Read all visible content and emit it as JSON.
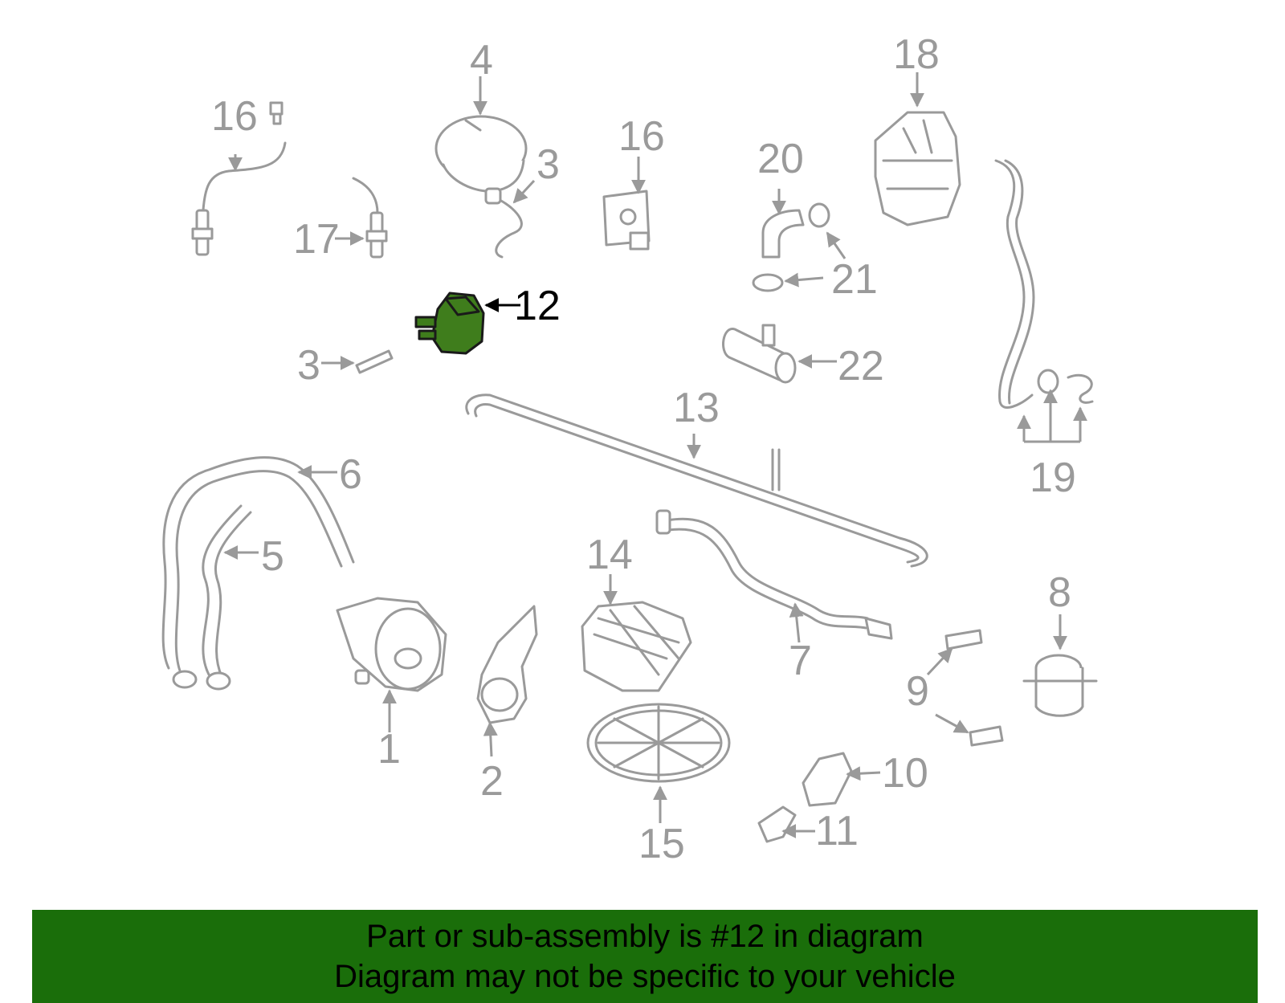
{
  "colors": {
    "banner": "#1a6e0a",
    "highlight": "#3f7d1c",
    "part_outline": "#9a9a9a"
  },
  "highlighted_callout": "12",
  "callouts": {
    "c1": "1",
    "c2": "2",
    "c3a": "3",
    "c3b": "3",
    "c4": "4",
    "c5": "5",
    "c6": "6",
    "c7": "7",
    "c8": "8",
    "c9": "9",
    "c10": "10",
    "c11": "11",
    "c12": "12",
    "c13": "13",
    "c14": "14",
    "c15": "15",
    "c16a": "16",
    "c16b": "16",
    "c17": "17",
    "c18": "18",
    "c19": "19",
    "c20": "20",
    "c21": "21",
    "c22": "22"
  },
  "banner": {
    "line1": "Part or sub-assembly is #12 in diagram",
    "line2": "Diagram may not be specific to your vehicle"
  }
}
